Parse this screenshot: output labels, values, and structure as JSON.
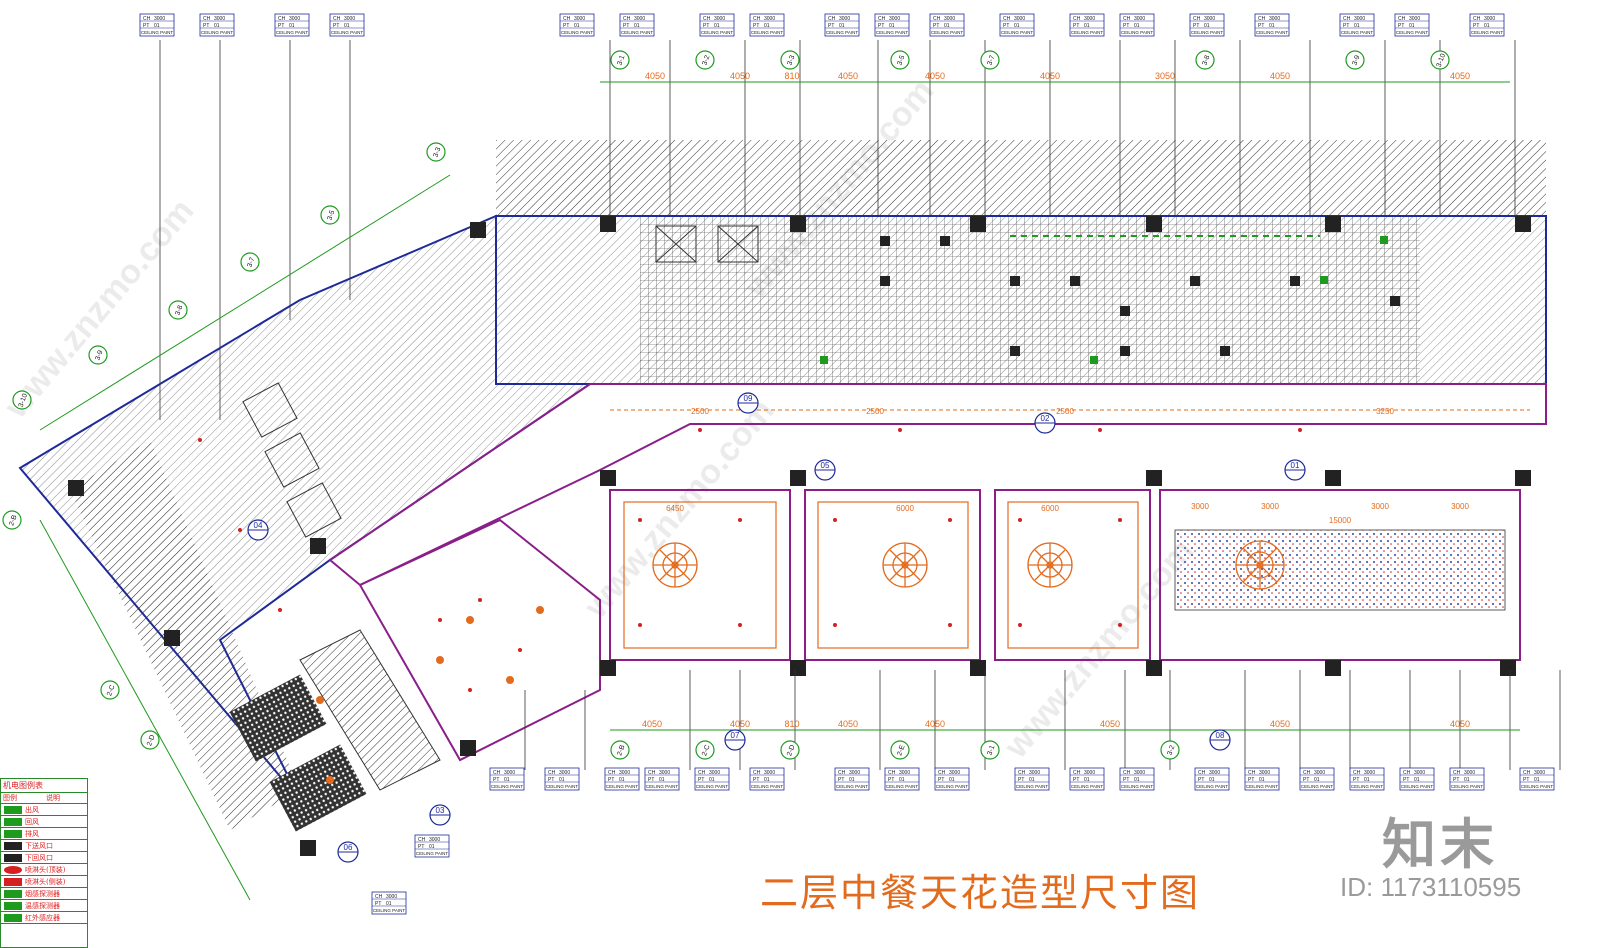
{
  "drawing": {
    "title": "二层中餐天花造型尺寸图",
    "brand_mark": "知末",
    "id_text": "ID: 1173110595",
    "watermark": "www.znzmo.com"
  },
  "ceiling_tag": {
    "line1": [
      "CH",
      "3000"
    ],
    "line2": [
      "PT",
      "01"
    ],
    "line3": "CEILING PAINT"
  },
  "top_dimensions": [
    "4050",
    "4050",
    "810",
    "4050",
    "4050",
    "4050",
    "3050",
    "4050",
    "4050"
  ],
  "bottom_dimensions": [
    "4050",
    "4050",
    "810",
    "4050",
    "4050",
    "4050",
    "4050",
    "4050"
  ],
  "inner_dimensions": [
    "6450",
    "6000",
    "6000",
    "15000",
    "3000",
    "3000",
    "3000",
    "3000",
    "2500",
    "2500",
    "2500",
    "3250"
  ],
  "grid_labels": [
    "3-1",
    "3-2",
    "3-3",
    "3-5",
    "3-7",
    "3-8",
    "3-9",
    "3-10",
    "2-B",
    "2-C",
    "2-D",
    "2-E"
  ],
  "section_marks": [
    "01",
    "02",
    "03",
    "04",
    "05",
    "06",
    "07",
    "08",
    "09"
  ],
  "legend": {
    "title": "机电图例表",
    "header": [
      "图例",
      "说明"
    ],
    "rows": [
      "出风",
      "回风",
      "排风",
      "下送风口",
      "下回风口",
      "喷淋头(顶装)",
      "喷淋头(侧装)",
      "烟感探测器",
      "温感探测器",
      "红外感应器"
    ]
  },
  "colors": {
    "accent": "#e36b1e",
    "green": "#1e9a1e",
    "blue": "#1f2a9a",
    "magenta": "#8a1f8a",
    "red": "#d42020"
  }
}
